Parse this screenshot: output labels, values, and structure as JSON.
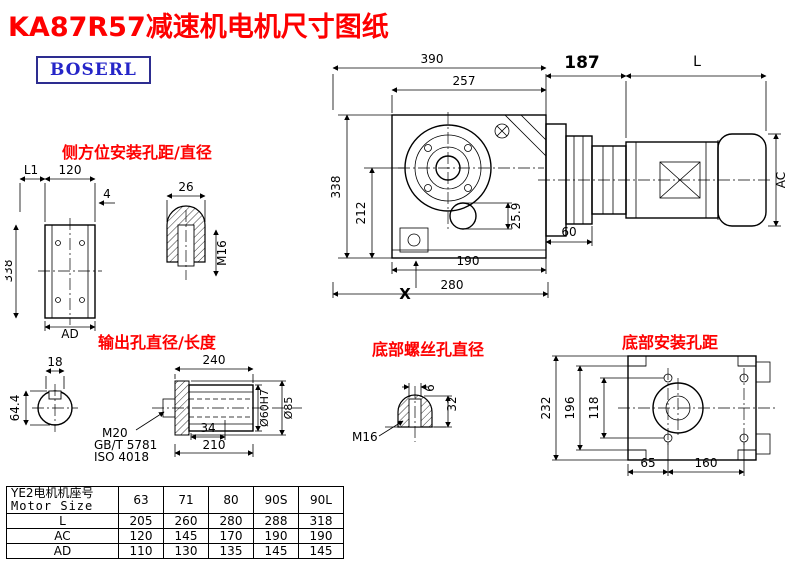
{
  "title": "KA87R57减速机电机尺寸图纸",
  "logo": {
    "text": "BOSERL"
  },
  "sections": {
    "main": {
      "dims": {
        "d390": "390",
        "d257": "257",
        "d187": "187",
        "l": "L",
        "d338": "338",
        "d212": "212",
        "d259": "25.9",
        "d60": "60",
        "d190": "190",
        "d280": "280",
        "x": "X",
        "ac": "AC"
      }
    },
    "side_mount": {
      "label": "侧方位安装孔距/直径",
      "dims": {
        "l1": "L1",
        "d120": "120",
        "d4": "4",
        "d338": "338",
        "ad": "AD",
        "d26": "26",
        "m16": "M16"
      }
    },
    "output": {
      "label": "输出孔直径/长度",
      "dims": {
        "d18": "18",
        "d644": "64.4",
        "d240": "240",
        "d34": "34",
        "d210": "210",
        "m20": "M20",
        "gb": "GB/T 5781",
        "iso": "ISO 4018",
        "d60h7": "Ø60H7",
        "d85": "Ø85"
      }
    },
    "bottom_screw": {
      "label": "底部螺丝孔直径",
      "dims": {
        "d32": "32",
        "d6": "6",
        "m16": "M16"
      }
    },
    "bottom_mount": {
      "label": "底部安装孔距",
      "dims": {
        "d232": "232",
        "d196": "196",
        "d118": "118",
        "d65": "65",
        "d160": "160"
      }
    }
  },
  "table": {
    "row_header_line1": "YE2电机机座号",
    "row_header_line2": "Motor Size",
    "header": [
      "63",
      "71",
      "80",
      "90S",
      "90L"
    ],
    "rows": [
      {
        "label": "L",
        "values": [
          "205",
          "260",
          "280",
          "288",
          "318"
        ]
      },
      {
        "label": "AC",
        "values": [
          "120",
          "145",
          "170",
          "190",
          "190"
        ]
      },
      {
        "label": "AD",
        "values": [
          "110",
          "130",
          "135",
          "145",
          "145"
        ]
      }
    ]
  }
}
